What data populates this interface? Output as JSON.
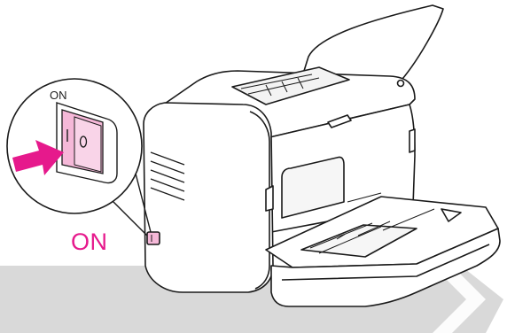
{
  "callout": {
    "label": "ON",
    "switch_label": "ON",
    "switch_marks": [
      "I",
      "O"
    ]
  },
  "colors": {
    "accent_magenta": "#e6198c",
    "switch_pink": "#f5b8d8",
    "band_gray": "#d9d9d9",
    "line": "#1a1a1a"
  },
  "icons": [
    "printer-illustration",
    "power-switch-icon",
    "arrow-right-icon",
    "chevron-right-icon"
  ]
}
